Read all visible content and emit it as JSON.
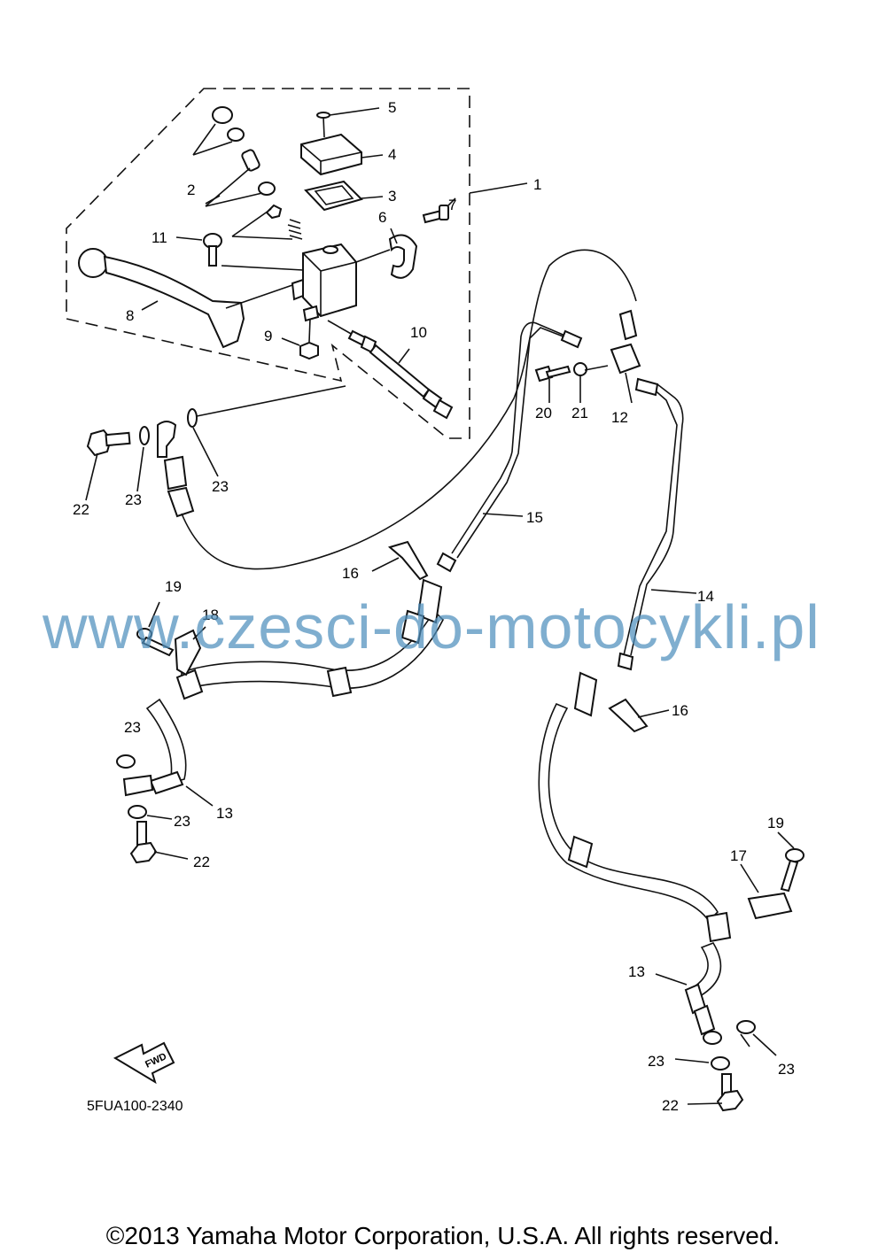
{
  "watermark": "www.czesci-do-motocykli.pl",
  "diagram_code": "5FUA100-2340",
  "copyright": "©2013 Yamaha Motor Corporation, U.S.A. All rights reserved.",
  "fwd_label": "FWD",
  "colors": {
    "ink": "#111111",
    "watermark": "#4f8fbd"
  },
  "callouts": {
    "c1": "1",
    "c2": "2",
    "c3": "3",
    "c4": "4",
    "c5": "5",
    "c6": "6",
    "c7": "7",
    "c8": "8",
    "c9": "9",
    "c10": "10",
    "c11": "11",
    "c12": "12",
    "c13a": "13",
    "c13b": "13",
    "c14": "14",
    "c15": "15",
    "c16a": "16",
    "c16b": "16",
    "c17": "17",
    "c18": "18",
    "c19a": "19",
    "c19b": "19",
    "c20": "20",
    "c21": "21",
    "c22a": "22",
    "c22b": "22",
    "c22c": "22",
    "c23a": "23",
    "c23b": "23",
    "c23c": "23",
    "c23d": "23",
    "c23e": "23",
    "c23f": "23",
    "c23g": "23"
  }
}
